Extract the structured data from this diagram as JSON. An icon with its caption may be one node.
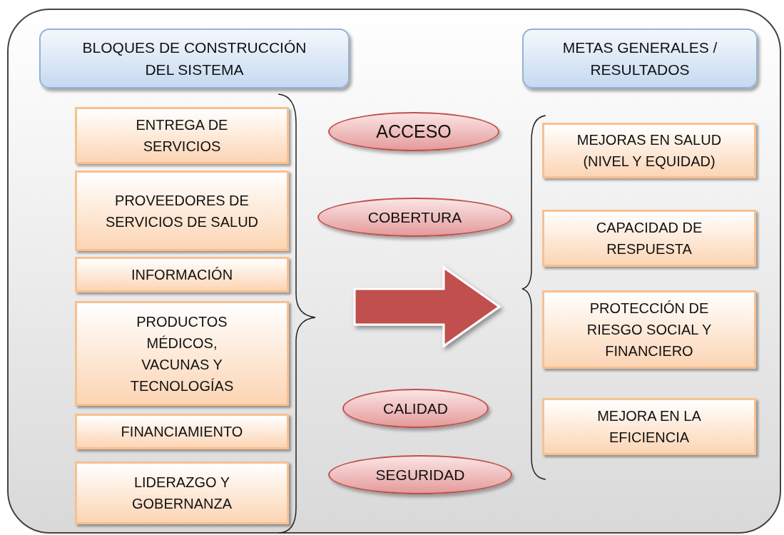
{
  "diagram": {
    "nodes": [
      {
        "text": [],
        "shape": "box"
      },
      {
        "text": [
          "BLOQUES DE CONSTRUCCIÓN DEL SISTEMA"
        ],
        "in": 0
      },
      {
        "text": [
          "METAS GENERALES / RESULTADOS"
        ],
        "in": 0
      },
      {
        "text": [
          "ENTREGA DE SERVICIOS"
        ],
        "in": 0
      },
      {
        "text": [
          "PROVEEDORES DE SERVICIOS DE SALUD"
        ],
        "in": 0
      },
      {
        "text": [
          "INFORMACIÓN"
        ],
        "in": 0
      },
      {
        "text": [
          "PRODUCTOS MÉDICOS, VACUNAS Y TECNOLOGÍAS"
        ],
        "in": 0
      },
      {
        "text": [
          "FINANCIAMIENTO"
        ],
        "in": 0
      },
      {
        "text": [
          "LIDERAZGO Y GOBERNANZA"
        ],
        "in": 0
      },
      {
        "text": [
          "ACCESO"
        ],
        "in": 0
      },
      {
        "text": [
          "COBERTURA"
        ],
        "in": 0
      },
      {
        "text": [
          "CALIDAD"
        ],
        "in": 0
      },
      {
        "text": [
          "SEGURIDAD"
        ],
        "in": 0
      },
      {
        "text": [
          "MEJORAS EN SALUD (NIVEL Y EQUIDAD)"
        ],
        "in": 0
      },
      {
        "text": [
          "CAPACIDAD DE RESPUESTA"
        ],
        "in": 0
      },
      {
        "text": [
          "PROTECCIÓN DE RIESGO SOCIAL Y FINANCIERO"
        ],
        "in": 0
      },
      {
        "text": [
          "MEJORA EN LA EFICIENCIA"
        ],
        "in": 0
      }
    ]
  }
}
